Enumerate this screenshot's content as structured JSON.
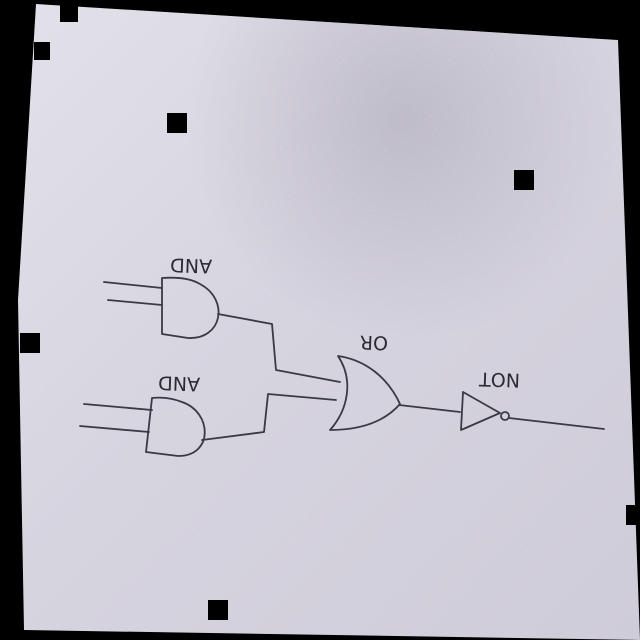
{
  "diagram": {
    "kind": "logic-circuit-sketch",
    "colors": {
      "background": "#000000",
      "paper": "#d9d7e1",
      "ink": "#3a3a44",
      "shadow": "#bdb9c7"
    },
    "gates": [
      {
        "id": "and-top",
        "type": "AND",
        "label": "AND"
      },
      {
        "id": "and-bottom",
        "type": "AND",
        "label": "AND"
      },
      {
        "id": "or",
        "type": "OR",
        "label": "OR"
      },
      {
        "id": "not",
        "type": "NOT",
        "label": "NOT"
      }
    ],
    "connections": [
      {
        "from": "input",
        "to": "and-top"
      },
      {
        "from": "input",
        "to": "and-top"
      },
      {
        "from": "input",
        "to": "and-bottom"
      },
      {
        "from": "input",
        "to": "and-bottom"
      },
      {
        "from": "and-top",
        "to": "or"
      },
      {
        "from": "and-bottom",
        "to": "or"
      },
      {
        "from": "or",
        "to": "not"
      },
      {
        "from": "not",
        "to": "output"
      }
    ]
  }
}
